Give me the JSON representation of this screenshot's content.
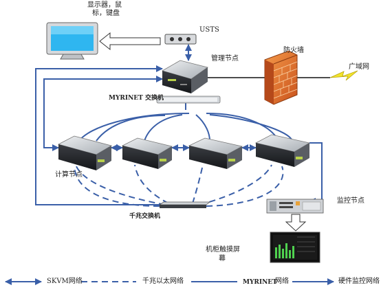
{
  "labels": {
    "monitor_note_line1": "显示器，鼠",
    "monitor_note_line2": "标，键盘",
    "usts": "USTS",
    "mgmt_node": "管理节点",
    "firewall": "防火墙",
    "wan": "广域网",
    "myrinet_switch": "MYRINET 交换机",
    "compute_node": "计算节点",
    "gigabit_switch": "千兆交换机",
    "monitor_node": "监控节点",
    "touchscreen_line1": "机柜触摸屏",
    "touchscreen_line2": "幕"
  },
  "legend": {
    "skvm": "SKVM网络",
    "gigabit_eth": "千兆以太网络",
    "myrinet_prefix": "MYRINET",
    "myrinet_suffix": "网络",
    "hw_monitor": "硬件监控网络"
  },
  "colors": {
    "link_blue": "#3a5fa8",
    "firewall_orange": "#e8762c",
    "lightning_yellow": "#f3e42a",
    "screen_cyan": "#2fb6f0",
    "server_gray": "#c8ccd0"
  }
}
